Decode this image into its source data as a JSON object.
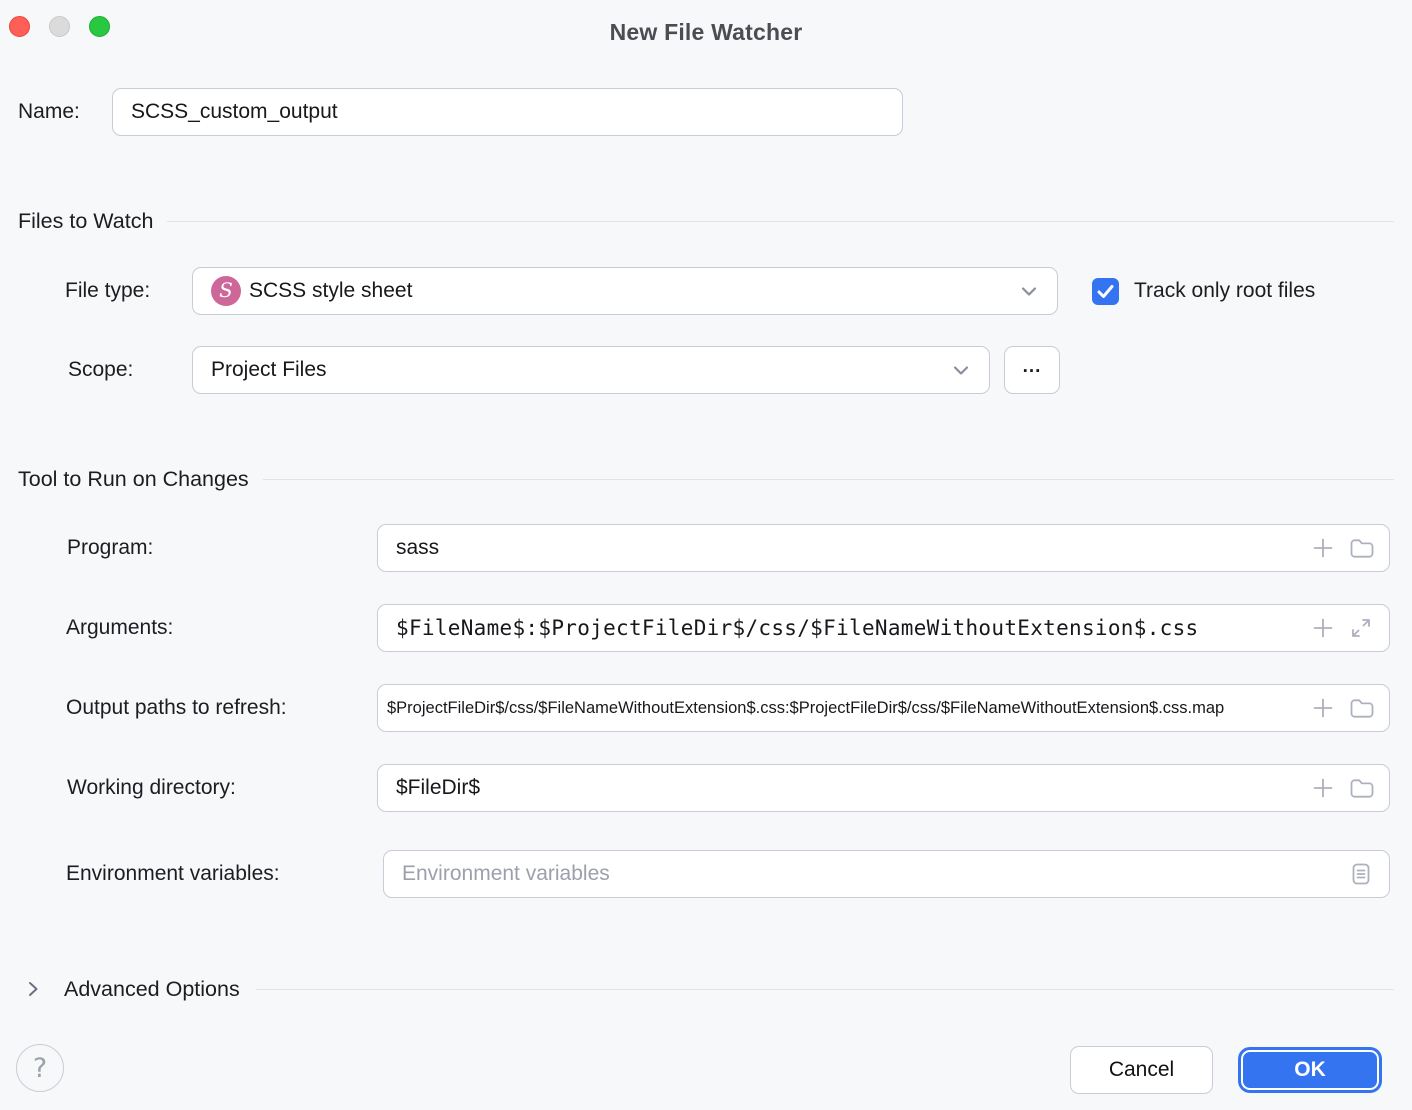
{
  "window": {
    "title": "New File Watcher",
    "traffic_lights": {
      "close": "#FF5F57",
      "minimize": "#DBDBDB",
      "zoom": "#28C840"
    }
  },
  "colors": {
    "accent_blue": "#3574F0",
    "scss_pink": "#CD6799",
    "field_border": "#C9CCD6",
    "dialog_bg": "#F7F8FA"
  },
  "icons": {
    "file_type": "scss-file-icon",
    "dropdowns": "chevron-down-icon",
    "insert_macro": "plus-icon",
    "browse_file": "folder-icon",
    "expand_field": "expand-diagonal-icon",
    "env_vars": "list-icon",
    "advanced_toggle": "chevron-right-icon",
    "help": "question-mark-icon"
  },
  "name_row": {
    "label": "Name:",
    "value": "SCSS_custom_output"
  },
  "files_to_watch": {
    "title": "Files to Watch",
    "file_type": {
      "label": "File type:",
      "value": "SCSS style sheet"
    },
    "track_only_root_files": {
      "label": "Track only root files",
      "checked": true
    },
    "scope": {
      "label": "Scope:",
      "value": "Project Files",
      "browse_label": "..."
    }
  },
  "tool_to_run_on_changes": {
    "title": "Tool to Run on Changes",
    "program": {
      "label": "Program:",
      "value": "sass"
    },
    "arguments": {
      "label": "Arguments:",
      "value": "$FileName$:$ProjectFileDir$/css/$FileNameWithoutExtension$.css"
    },
    "output_paths_to_refresh": {
      "label": "Output paths to refresh:",
      "value": "$ProjectFileDir$/css/$FileNameWithoutExtension$.css:$ProjectFileDir$/css/$FileNameWithoutExtension$.css.map"
    },
    "working_directory": {
      "label": "Working directory:",
      "value": "$FileDir$"
    },
    "environment_variables": {
      "label": "Environment variables:",
      "placeholder": "Environment variables"
    }
  },
  "advanced_options": {
    "label": "Advanced Options"
  },
  "footer": {
    "help_label": "?",
    "cancel_label": "Cancel",
    "ok_label": "OK"
  }
}
